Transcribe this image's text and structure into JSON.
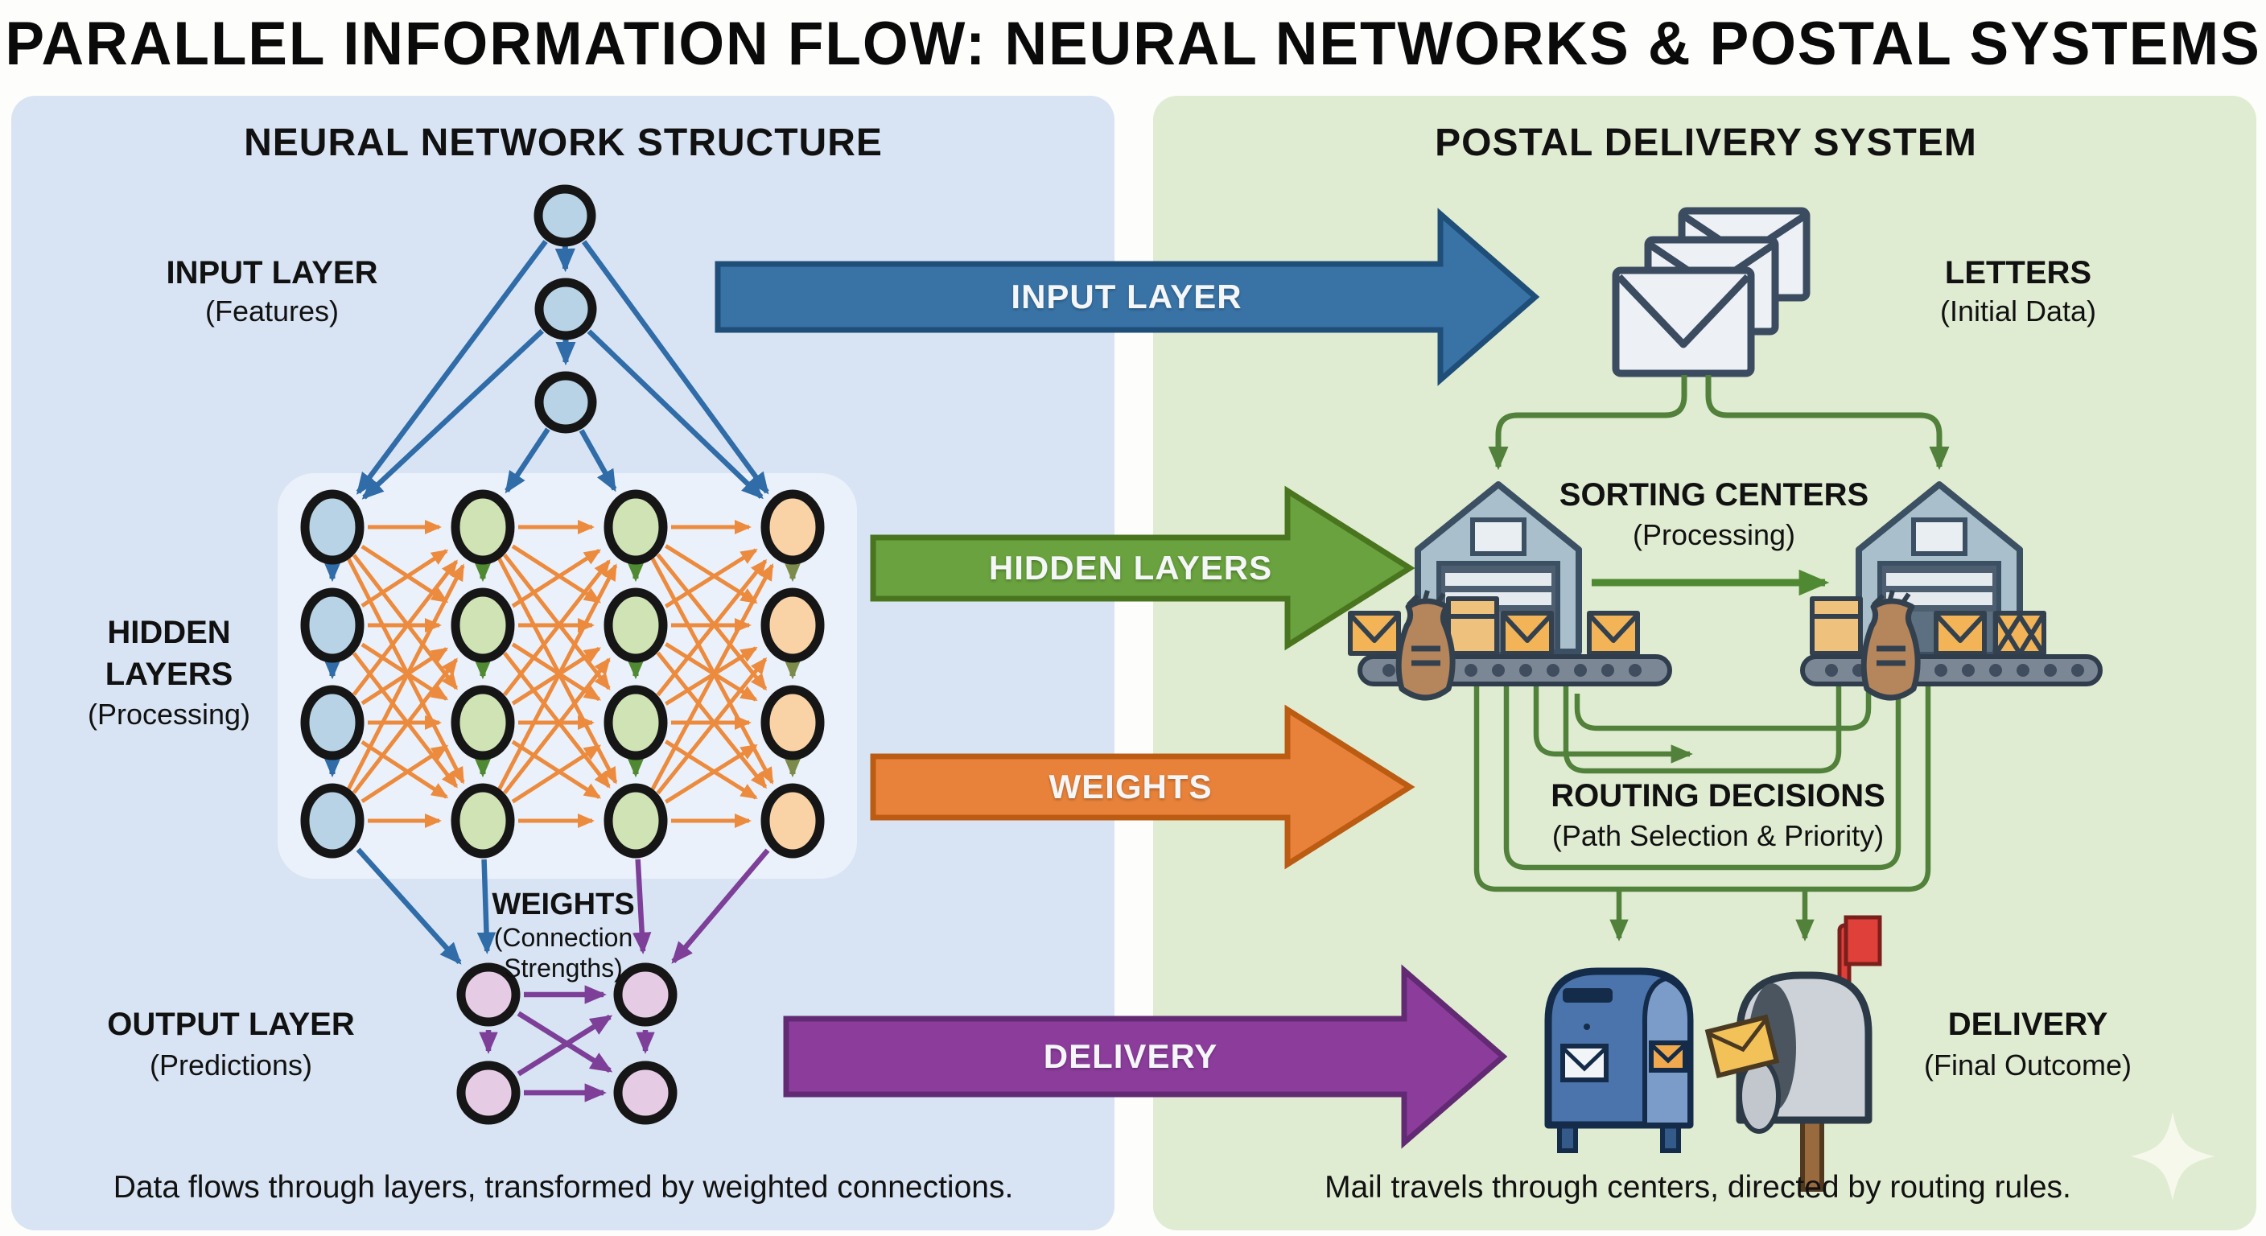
{
  "title": "PARALLEL INFORMATION FLOW: NEURAL NETWORKS & POSTAL SYSTEMS",
  "left_panel": {
    "header": "NEURAL NETWORK STRUCTURE",
    "input_layer": {
      "label": "INPUT LAYER",
      "sublabel": "(Features)"
    },
    "hidden_layers": {
      "label_line1": "HIDDEN",
      "label_line2": "LAYERS",
      "sublabel": "(Processing)"
    },
    "weights": {
      "label": "WEIGHTS",
      "sublabel_line1": "(Connection",
      "sublabel_line2": "Strengths)"
    },
    "output_layer": {
      "label": "OUTPUT LAYER",
      "sublabel": "(Predictions)"
    },
    "caption": "Data flows through layers, transformed by weighted connections."
  },
  "arrows": {
    "input": {
      "label": "INPUT LAYER",
      "color": "#3973a6"
    },
    "hidden": {
      "label": "HIDDEN LAYERS",
      "color": "#69a23e"
    },
    "weights": {
      "label": "WEIGHTS",
      "color": "#e8823a"
    },
    "delivery": {
      "label": "DELIVERY",
      "color": "#8c3d9c"
    }
  },
  "right_panel": {
    "header": "POSTAL DELIVERY SYSTEM",
    "letters": {
      "label": "LETTERS",
      "sublabel": "(Initial Data)"
    },
    "sorting_centers": {
      "label": "SORTING CENTERS",
      "sublabel": "(Processing)"
    },
    "routing_decisions": {
      "label": "ROUTING DECISIONS",
      "sublabel": "(Path Selection & Priority)"
    },
    "delivery": {
      "label": "DELIVERY",
      "sublabel": "(Final Outcome)"
    },
    "caption": "Mail travels through centers, directed by routing rules."
  },
  "colors": {
    "left_panel_bg": "#d8e4f3",
    "right_panel_bg": "#e0ecd2",
    "node_blue": "#b9d3e6",
    "node_green": "#cfe3b4",
    "node_orange": "#f9d2a5",
    "node_pink": "#e6cbe4",
    "connection_orange": "#ec8b3e",
    "connection_blue": "#2f6ca8",
    "connection_green": "#4f8a33",
    "connection_purple": "#7d3f98"
  },
  "icons": {
    "letters": "envelope-stack-icon",
    "sorting_center": "warehouse-icon",
    "conveyor": "conveyor-belt-icon",
    "delivery_dropbox": "mailbox-dropbox-icon",
    "delivery_mailbox": "home-mailbox-icon",
    "decoration": "sparkle-icon"
  }
}
